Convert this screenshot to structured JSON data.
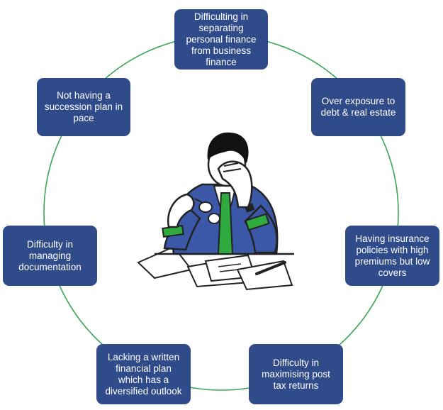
{
  "diagram": {
    "ring_color": "#3aa755",
    "box_color": "#2f4b8a",
    "box_text_color": "#ffffff",
    "illustration": "stressed-businessman-at-desk-icon",
    "issues": [
      "Difficulting in separating personal finance from business finance",
      "Over exposure to debt & real estate",
      "Having insurance policies with high premiums but low covers",
      "Difficulty in maximising post tax returns",
      "Lacking a written financial plan which has a diversified outlook",
      "Difficulty in managing documentation",
      "Not having a succession plan in pace"
    ]
  }
}
